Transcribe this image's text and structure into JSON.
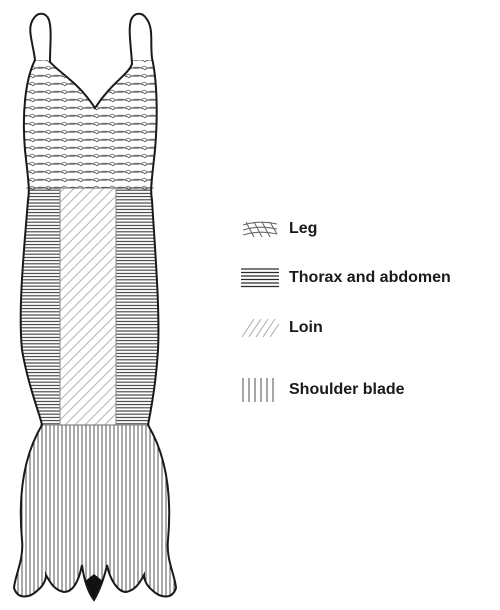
{
  "legend": {
    "items": [
      {
        "label": "Leg",
        "pattern": "crosshatch"
      },
      {
        "label": "Thorax and abdomen",
        "pattern": "horizontal-lines"
      },
      {
        "label": "Loin",
        "pattern": "diagonal-lines"
      },
      {
        "label": "Shoulder blade",
        "pattern": "vertical-lines"
      }
    ]
  },
  "colors": {
    "outline": "#1a1a1a",
    "hatch": "#555555",
    "light_hatch": "#9a9a9a",
    "background": "#ffffff"
  }
}
